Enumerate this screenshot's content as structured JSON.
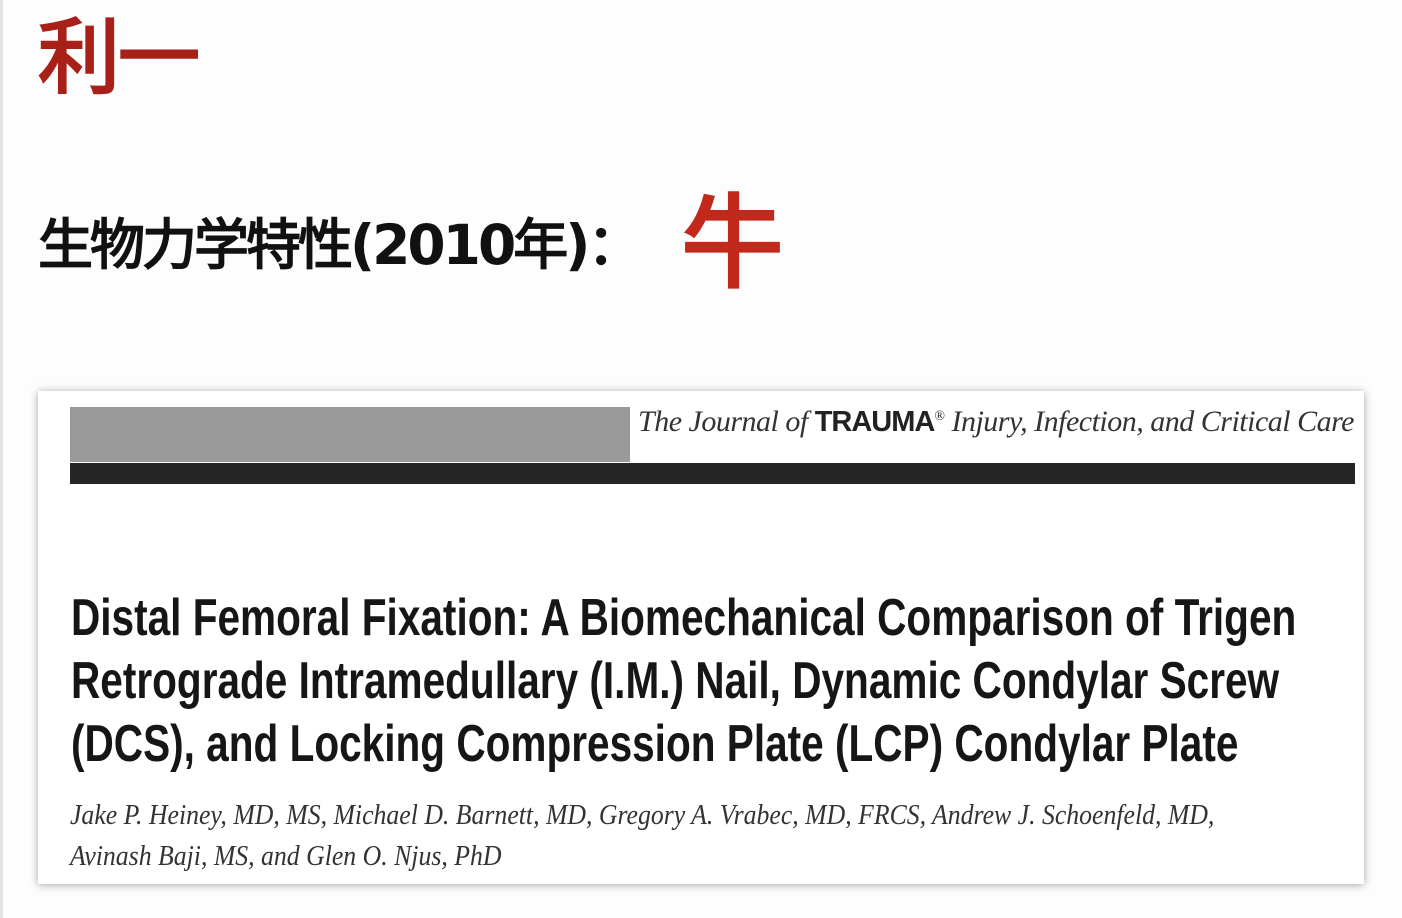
{
  "slide": {
    "title": "利一",
    "subtitle": "生物力学特性(2010年)：",
    "verdict": "牛"
  },
  "paper": {
    "journal": {
      "prefix": "The Journal of ",
      "brand": "TRAUMA",
      "registered": "®",
      "suffix": " Injury, Infection, and Critical Care"
    },
    "title_lines": [
      "Distal Femoral Fixation: A Biomechanical Comparison of Trigen",
      "Retrograde Intramedullary (I.M.) Nail, Dynamic Condylar Screw",
      "(DCS), and Locking Compression Plate (LCP) Condylar Plate"
    ],
    "author_lines": [
      "Jake P. Heiney, MD, MS, Michael D. Barnett, MD, Gregory A. Vrabec, MD, FRCS, Andrew J. Schoenfeld, MD,",
      "Avinash Baji, MS, and Glen O. Njus, PhD"
    ]
  },
  "colors": {
    "title_red": "#a82018",
    "verdict_red": "#c2281c",
    "header_gray": "#9a9a9a",
    "header_black": "#262626"
  }
}
